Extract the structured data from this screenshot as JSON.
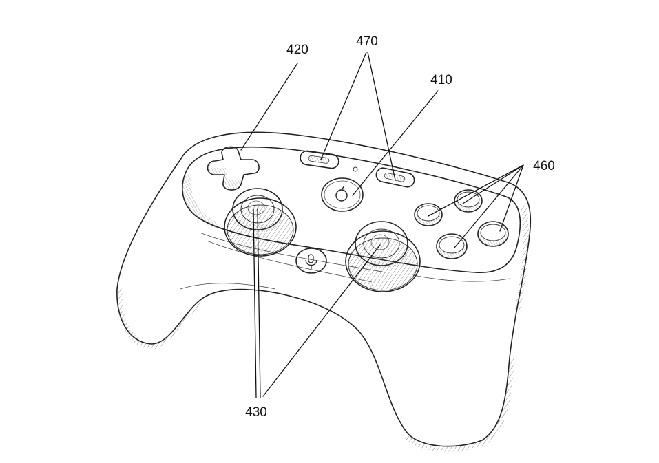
{
  "figure": {
    "labels": {
      "dpad": "420",
      "menu_buttons": "470",
      "home_button": "410",
      "action_buttons": "460",
      "joysticks": "430"
    }
  }
}
